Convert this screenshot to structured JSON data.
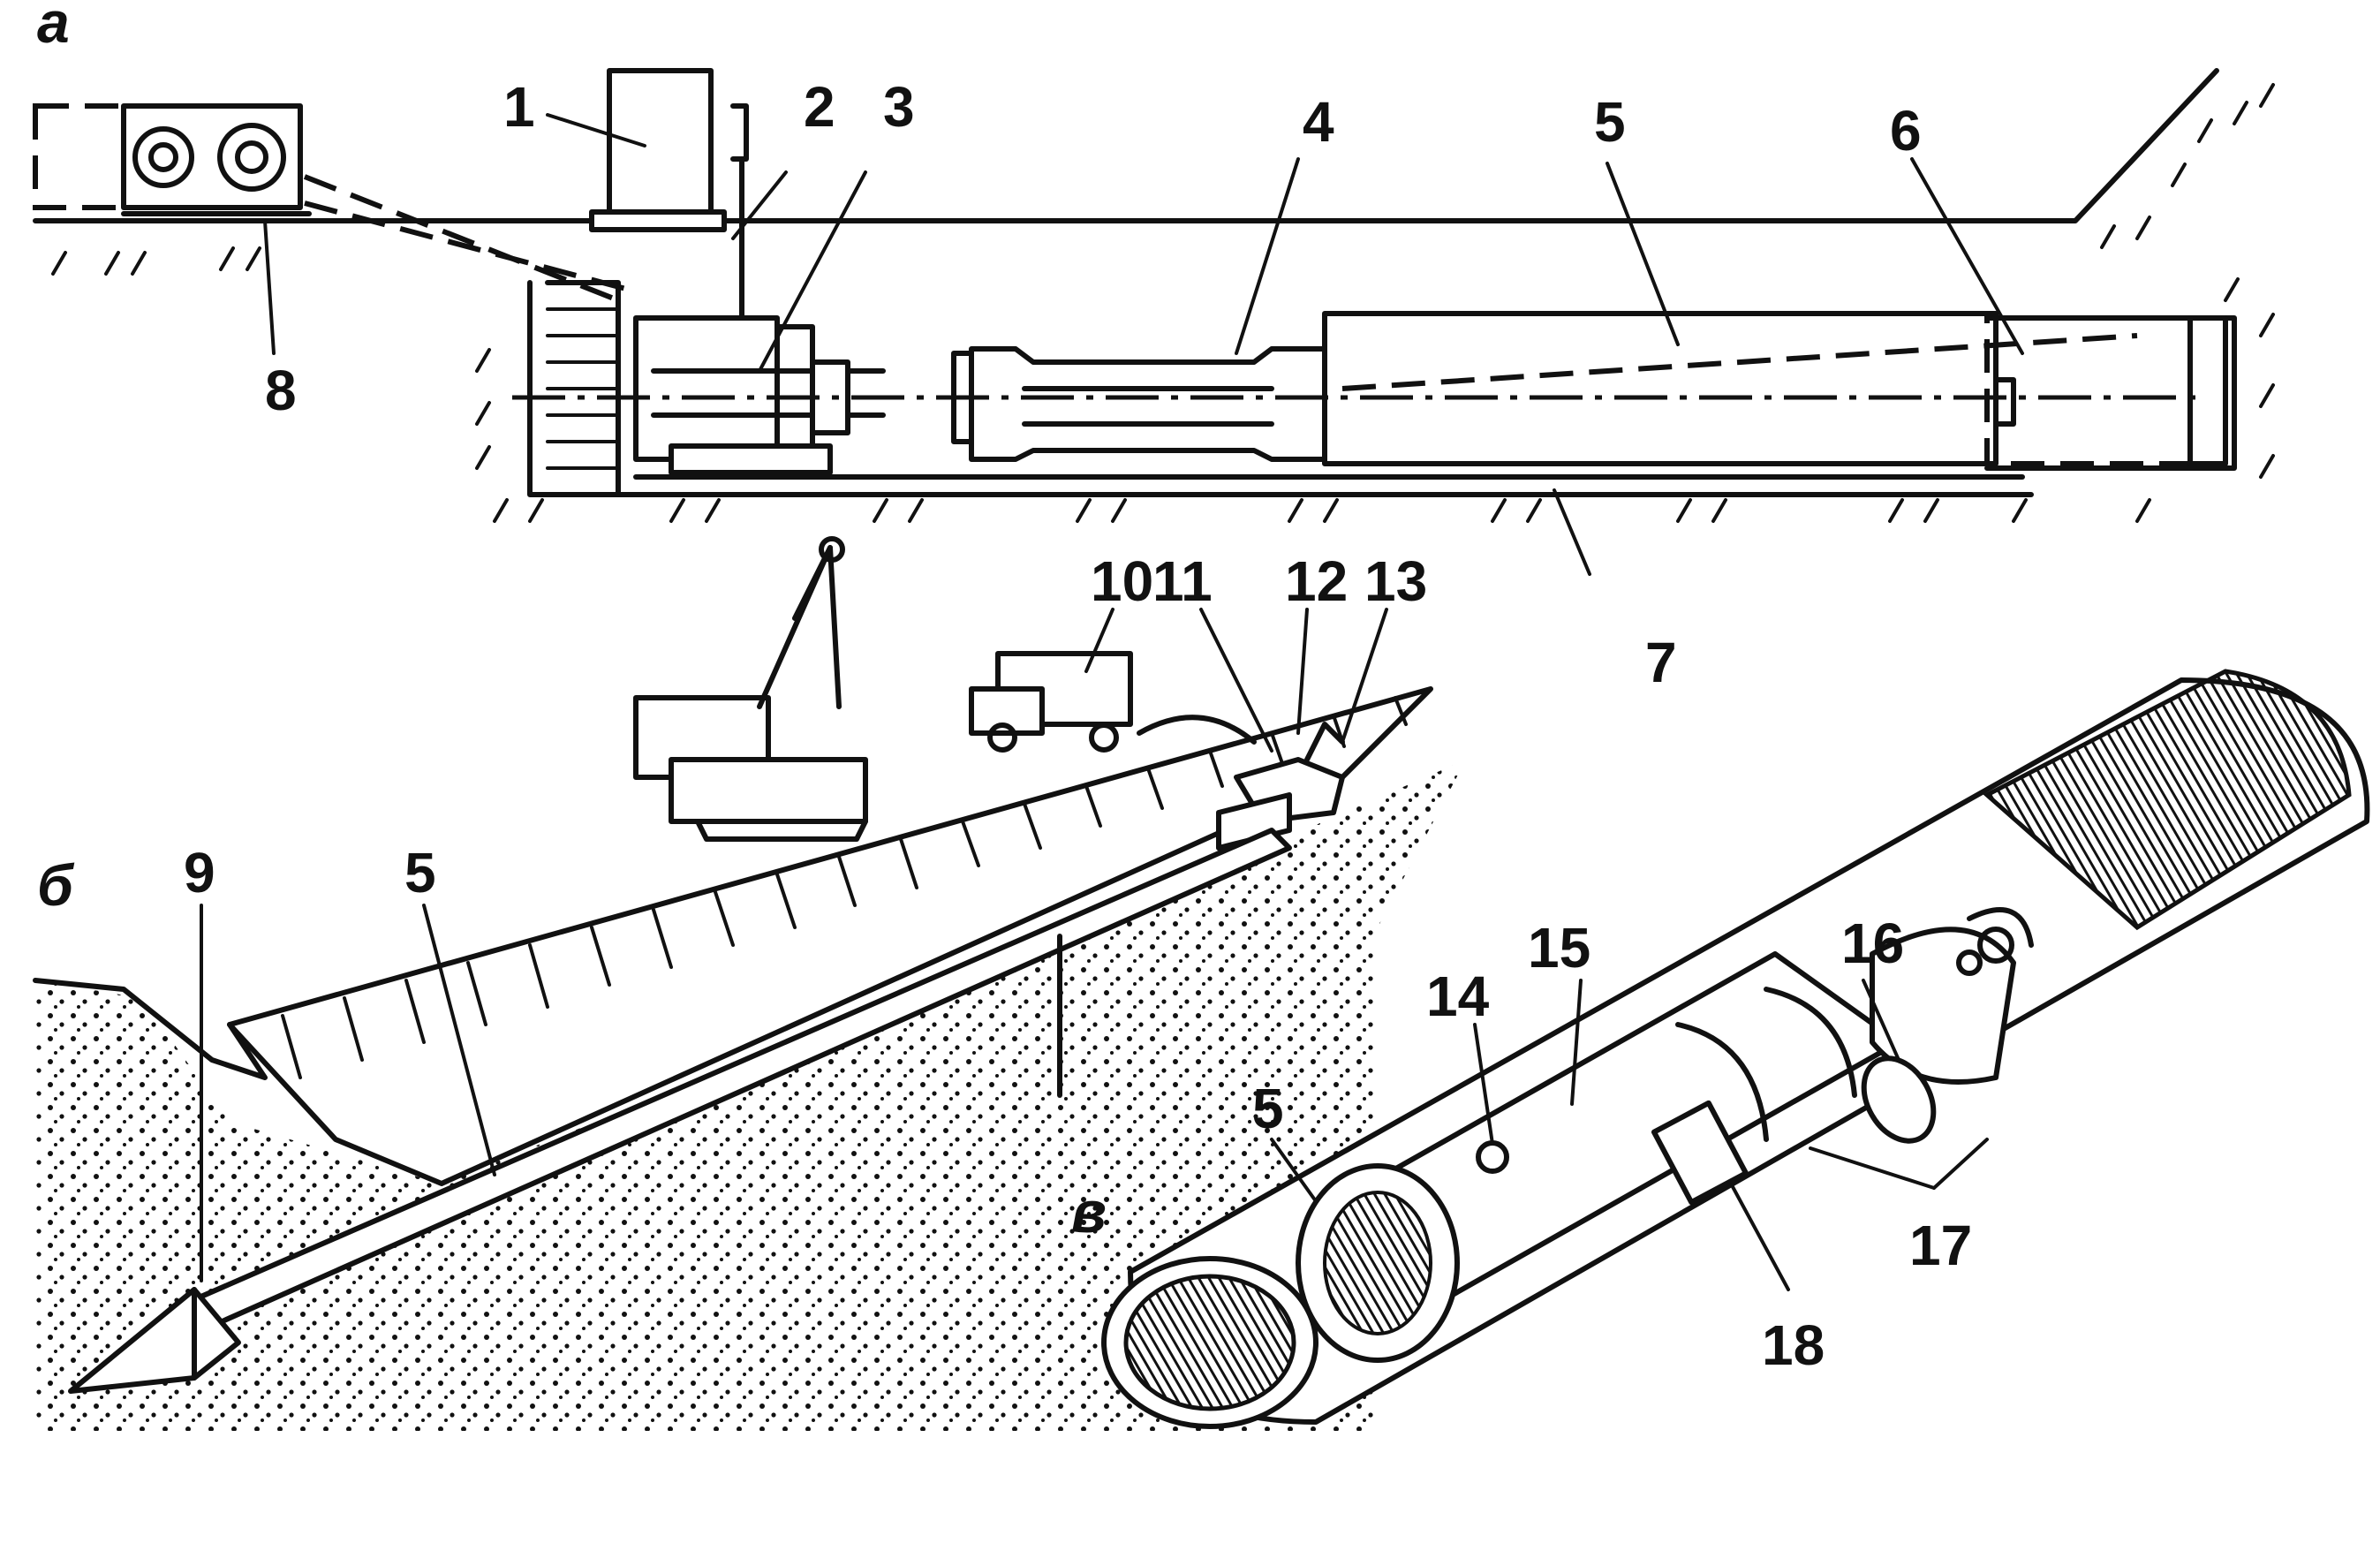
{
  "panels": [
    {
      "id": "a",
      "label": "а"
    },
    {
      "id": "b",
      "label": "б"
    },
    {
      "id": "v",
      "label": "в"
    }
  ],
  "callouts": [
    {
      "id": "1",
      "text": "1"
    },
    {
      "id": "2",
      "text": "2"
    },
    {
      "id": "3",
      "text": "3"
    },
    {
      "id": "4",
      "text": "4"
    },
    {
      "id": "5a",
      "text": "5"
    },
    {
      "id": "6",
      "text": "6"
    },
    {
      "id": "7",
      "text": "7"
    },
    {
      "id": "8",
      "text": "8"
    },
    {
      "id": "9",
      "text": "9"
    },
    {
      "id": "5b",
      "text": "5"
    },
    {
      "id": "10",
      "text": "10"
    },
    {
      "id": "11",
      "text": "11"
    },
    {
      "id": "12",
      "text": "12"
    },
    {
      "id": "13",
      "text": "13"
    },
    {
      "id": "14",
      "text": "14"
    },
    {
      "id": "15",
      "text": "15"
    },
    {
      "id": "16",
      "text": "16"
    },
    {
      "id": "5c",
      "text": "5"
    },
    {
      "id": "17",
      "text": "17"
    },
    {
      "id": "18",
      "text": "18"
    }
  ],
  "style": {
    "ink": "#111111",
    "paper": "#ffffff"
  }
}
